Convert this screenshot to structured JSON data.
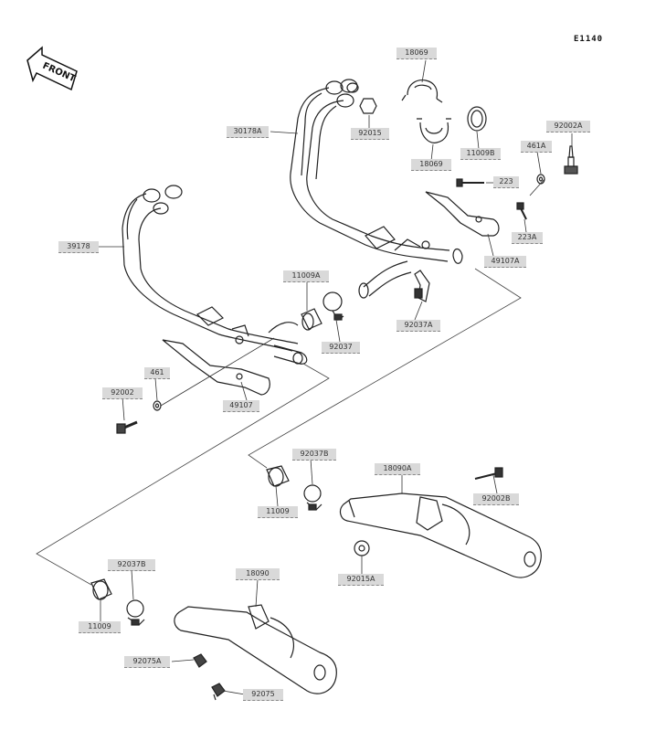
{
  "diagram": {
    "code": "E1140",
    "front_label": "FRONT",
    "part_refs": [
      {
        "id": "18069-top",
        "text": "18069"
      },
      {
        "id": "30178a",
        "text": "30178A"
      },
      {
        "id": "92015",
        "text": "92015"
      },
      {
        "id": "18069-bottom",
        "text": "18069"
      },
      {
        "id": "11009b",
        "text": "11009B"
      },
      {
        "id": "92002a",
        "text": "92002A"
      },
      {
        "id": "461a",
        "text": "461A"
      },
      {
        "id": "223",
        "text": "223"
      },
      {
        "id": "223a",
        "text": "223A"
      },
      {
        "id": "49107a",
        "text": "49107A"
      },
      {
        "id": "39178",
        "text": "39178"
      },
      {
        "id": "11009a",
        "text": "11009A"
      },
      {
        "id": "92037",
        "text": "92037"
      },
      {
        "id": "92037a",
        "text": "92037A"
      },
      {
        "id": "461",
        "text": "461"
      },
      {
        "id": "92002",
        "text": "92002"
      },
      {
        "id": "49107",
        "text": "49107"
      },
      {
        "id": "92037b-upper",
        "text": "92037B"
      },
      {
        "id": "18090a",
        "text": "18090A"
      },
      {
        "id": "92002b",
        "text": "92002B"
      },
      {
        "id": "11009-upper",
        "text": "11009"
      },
      {
        "id": "92015a",
        "text": "92015A"
      },
      {
        "id": "92037b-lower",
        "text": "92037B"
      },
      {
        "id": "18090",
        "text": "18090"
      },
      {
        "id": "11009-lower",
        "text": "11009"
      },
      {
        "id": "92075a",
        "text": "92075A"
      },
      {
        "id": "92075",
        "text": "92075"
      }
    ]
  }
}
